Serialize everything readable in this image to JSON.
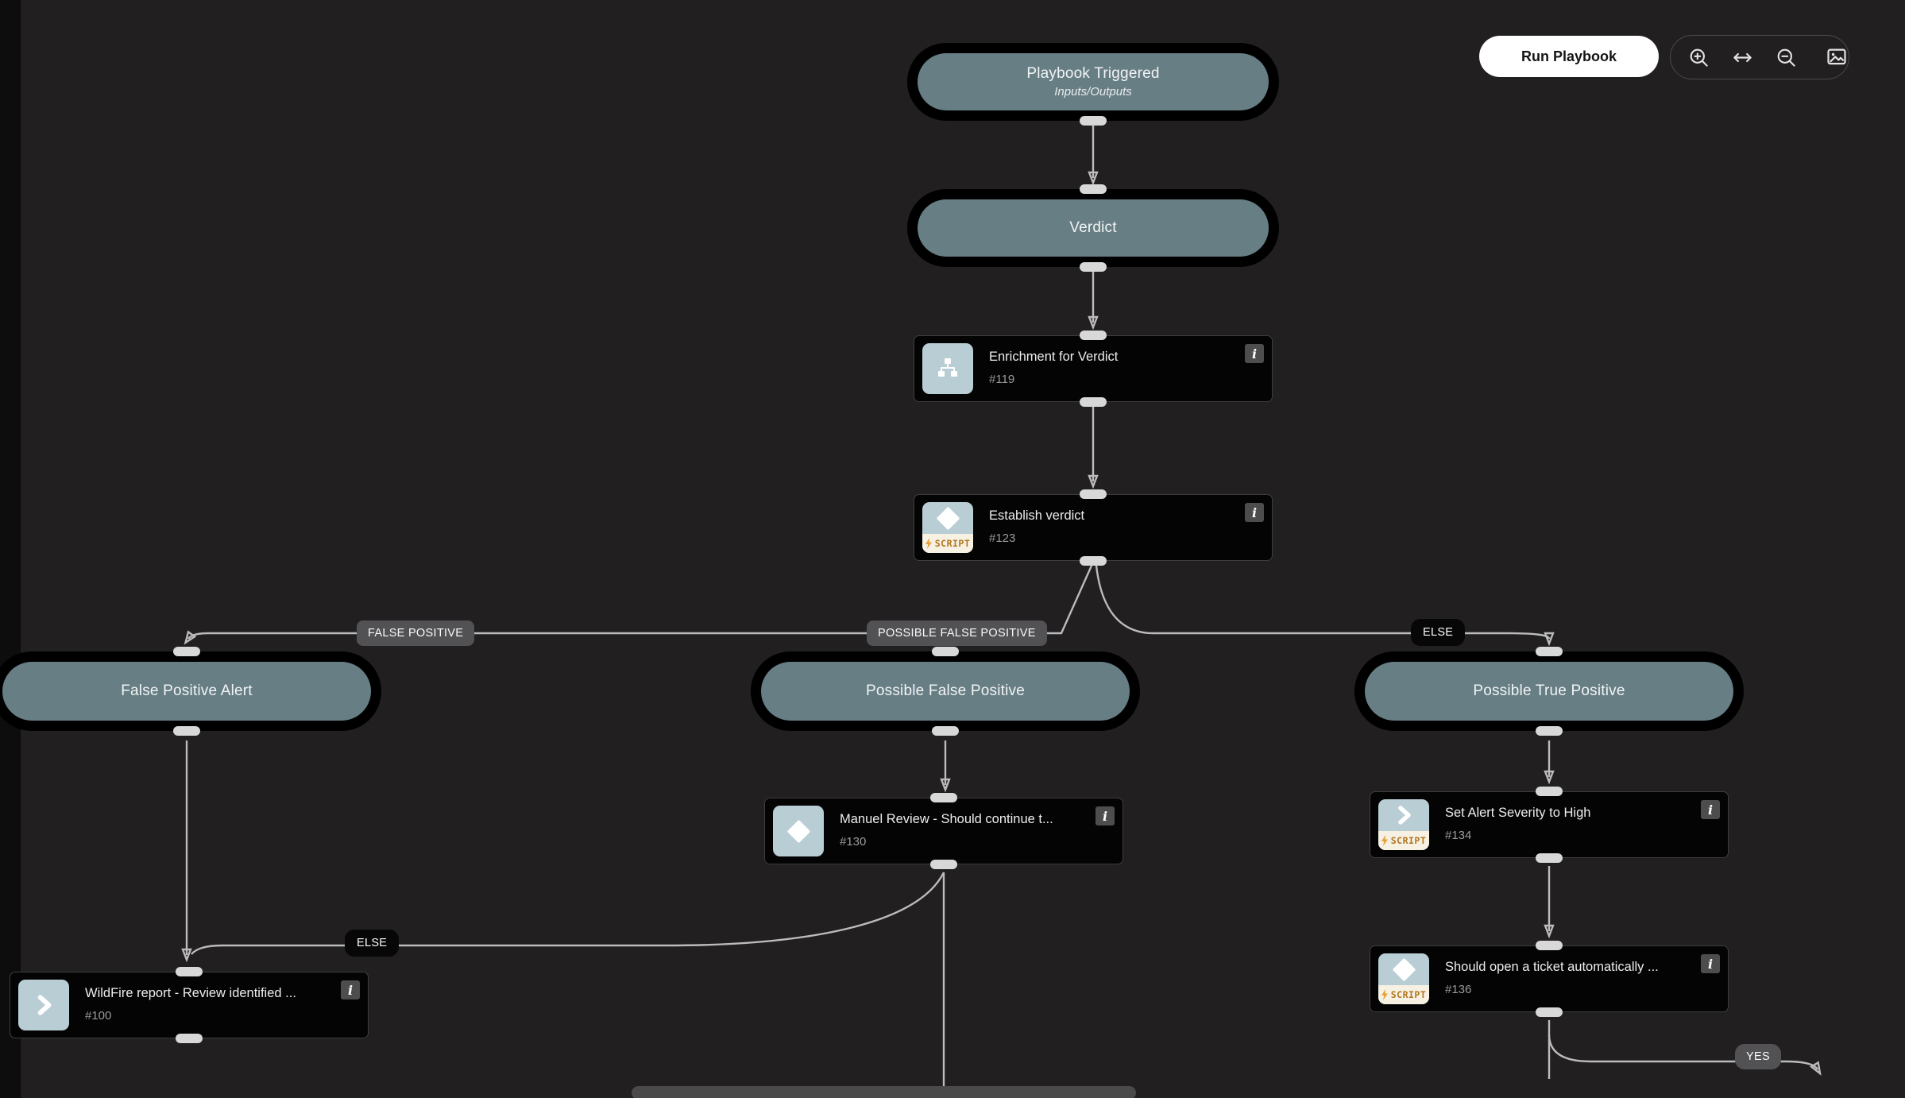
{
  "toolbar": {
    "run_label": "Run Playbook",
    "controls": [
      "zoom-in-icon",
      "fit-width-icon",
      "zoom-out-icon",
      "export-image-icon"
    ]
  },
  "nodes": {
    "trigger": {
      "title": "Playbook Triggered",
      "subtitle": "Inputs/Outputs"
    },
    "verdict": {
      "title": "Verdict"
    },
    "enrichment": {
      "title": "Enrichment for Verdict",
      "id": "#119",
      "icon": "sub-playbook"
    },
    "establish": {
      "title": "Establish verdict",
      "id": "#123",
      "icon": "condition-script"
    },
    "false_positive_alert": {
      "title": "False Positive Alert"
    },
    "possible_false_positive": {
      "title": "Possible False Positive"
    },
    "possible_true_positive": {
      "title": "Possible True Positive"
    },
    "manual_review": {
      "title": "Manuel Review - Should continue t...",
      "id": "#130",
      "icon": "condition"
    },
    "set_alert_severity": {
      "title": "Set Alert Severity to High",
      "id": "#134",
      "icon": "automation-script"
    },
    "open_ticket": {
      "title": "Should open a ticket automatically ...",
      "id": "#136",
      "icon": "condition-script"
    },
    "wildfire_report": {
      "title": "WildFire report - Review identified ...",
      "id": "#100",
      "icon": "manual-task"
    }
  },
  "edge_labels": {
    "false_positive": "FALSE POSITIVE",
    "possible_false_positive": "POSSIBLE FALSE POSITIVE",
    "else_top": "ELSE",
    "else_left": "ELSE",
    "yes": "YES"
  },
  "badges": {
    "script": "SCRIPT",
    "info": "i"
  },
  "colors": {
    "background": "#211f20",
    "left_strip": "#0d0d0d",
    "pill_fill": "#677e85",
    "pill_border": "#000000",
    "node_fill": "#040404",
    "node_border": "#3e3e3e",
    "icon_tile": "#b9cdd4",
    "script_strip": "#f6f1e3",
    "script_text": "#b0761f",
    "lightning": "#e6a23c",
    "edge_line": "#bcbcbc",
    "handle": "#d8d8d8",
    "label_gray_bg": "#525255",
    "label_black_bg": "#070707",
    "run_button_bg": "#ffffff",
    "run_button_text": "#151515",
    "scrollbar_thumb": "#4a4a4a"
  }
}
